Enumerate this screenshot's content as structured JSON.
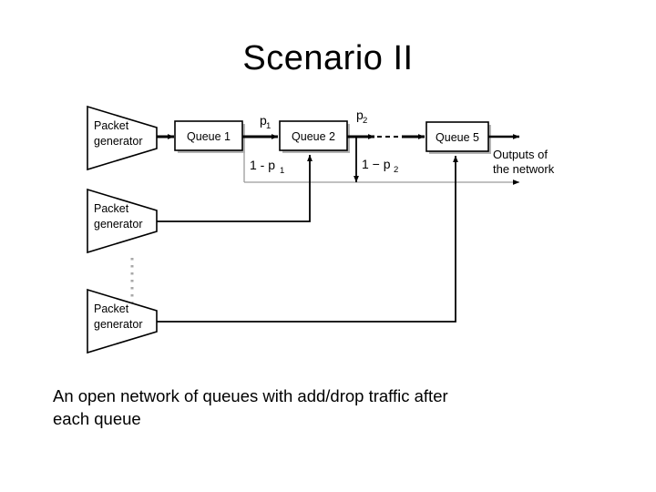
{
  "slide": {
    "title": "Scenario II",
    "caption": "An open network of queues with add/drop traffic after\neach queue",
    "background_color": "#ffffff",
    "text_color": "#000000"
  },
  "diagram": {
    "type": "queueing-network",
    "generators": [
      {
        "id": "gen1",
        "line1": "Packet",
        "line2": "generator"
      },
      {
        "id": "gen2",
        "line1": "Packet",
        "line2": "generator"
      },
      {
        "id": "gen3",
        "line1": "Packet",
        "line2": "generator"
      }
    ],
    "generator_ellipsis": "vertical-dotted-line",
    "queues": [
      {
        "id": "q1",
        "label": "Queue 1"
      },
      {
        "id": "q2",
        "label": "Queue 2"
      },
      {
        "id": "q5",
        "label": "Queue 5"
      }
    ],
    "dashed_link": "queue-2-to-queue-5",
    "probability_labels": [
      {
        "id": "p1",
        "base": "p",
        "sub": "1",
        "kind": "forward"
      },
      {
        "id": "one-minus-p1",
        "text": "1 - p",
        "sub": "1",
        "kind": "drop"
      },
      {
        "id": "p2",
        "base": "p",
        "sub": "2",
        "kind": "forward"
      },
      {
        "id": "one-minus-p2",
        "text": "1 − p",
        "sub": "2",
        "kind": "drop"
      }
    ],
    "output_label": {
      "line1": "Outputs of",
      "line2": "the network"
    },
    "colors": {
      "stroke_dark": "#000000",
      "stroke_gray": "#9a9a9a",
      "box_fill": "#ffffff",
      "box_shadow": "#b3b3b3"
    }
  }
}
